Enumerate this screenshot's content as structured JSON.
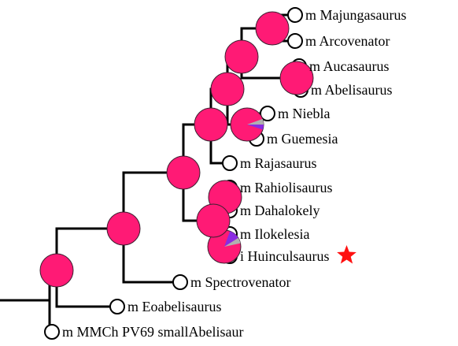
{
  "colors": {
    "branch": "#000000",
    "node_fill": "#ff1a75",
    "node_stroke": "#3a2030",
    "wedge_violet": "#8a2be2",
    "wedge_gray": "#b0b0b0",
    "star": "#ff1111",
    "background": "#ffffff"
  },
  "tips": [
    {
      "id": "majungasaurus",
      "state": "m",
      "name": "Majungasaurus"
    },
    {
      "id": "arcovenator",
      "state": "m",
      "name": "Arcovenator"
    },
    {
      "id": "aucasaurus",
      "state": "m",
      "name": "Aucasaurus"
    },
    {
      "id": "abelisaurus",
      "state": "m",
      "name": "Abelisaurus"
    },
    {
      "id": "niebla",
      "state": "m",
      "name": "Niebla"
    },
    {
      "id": "guemesia",
      "state": "m",
      "name": "Guemesia"
    },
    {
      "id": "rajasaurus",
      "state": "m",
      "name": "Rajasaurus"
    },
    {
      "id": "rahiolisaurus",
      "state": "m",
      "name": "Rahiolisaurus"
    },
    {
      "id": "dahalokely",
      "state": "m",
      "name": "Dahalokely"
    },
    {
      "id": "ilokelesia",
      "state": "m",
      "name": "Ilokelesia"
    },
    {
      "id": "huinculsaurus",
      "state": "i",
      "name": "Huinculsaurus",
      "starred": true
    },
    {
      "id": "spectrovenator",
      "state": "m",
      "name": "Spectrovenator"
    },
    {
      "id": "eoabelisaurus",
      "state": "m",
      "name": "Eoabelisaurus"
    },
    {
      "id": "mmch-pv69",
      "state": "m",
      "name": "MMCh PV69 smallAbelisaur"
    }
  ],
  "nodes": [
    {
      "id": "majungasaurus-arcovenator",
      "icon": "ancestral-state-pie"
    },
    {
      "id": "aucasaurus-abelisaurus",
      "icon": "ancestral-state-pie"
    },
    {
      "id": "niebla-guemesia",
      "icon": "ancestral-state-pie"
    },
    {
      "id": "majungasaurinae-core",
      "icon": "ancestral-state-pie"
    },
    {
      "id": "furileusauria-core",
      "icon": "ancestral-state-pie"
    },
    {
      "id": "rahiolisaurus-dahalokely",
      "icon": "ancestral-state-pie"
    },
    {
      "id": "ilokelesia-huinculsaurus",
      "icon": "ancestral-state-pie"
    },
    {
      "id": "brachyrostra-group",
      "icon": "ancestral-state-pie"
    },
    {
      "id": "abelisauridae-core",
      "icon": "ancestral-state-pie"
    },
    {
      "id": "abelisauridae-plus-spectrovenator",
      "icon": "ancestral-state-pie"
    },
    {
      "id": "abelisauroidea-core",
      "icon": "ancestral-state-pie"
    },
    {
      "id": "root",
      "icon": "ancestral-state-pie"
    }
  ]
}
